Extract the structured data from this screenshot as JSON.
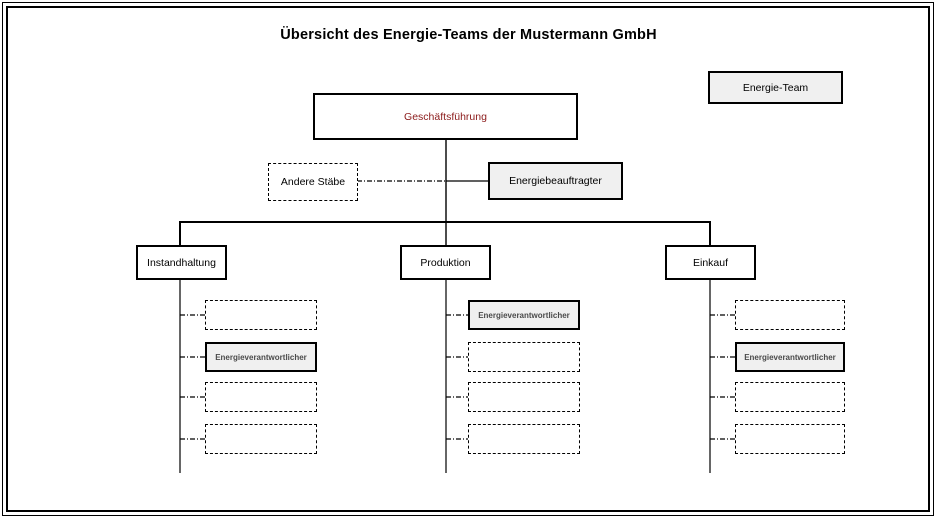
{
  "title": "Übersicht des Energie-Teams der Mustermann GmbH",
  "legend": {
    "label": "Energie-Team"
  },
  "org": {
    "root": {
      "label": "Geschäftsführung"
    },
    "staff_left": {
      "label": "Andere Stäbe"
    },
    "staff_right": {
      "label": "Energiebeauftragter"
    },
    "departments": [
      {
        "label": "Instandhaltung",
        "slots": [
          {
            "label": "",
            "style": "dashed"
          },
          {
            "label": "Energieverantwortlicher",
            "style": "solid"
          },
          {
            "label": "",
            "style": "dashed"
          },
          {
            "label": "",
            "style": "dashed"
          }
        ]
      },
      {
        "label": "Produktion",
        "slots": [
          {
            "label": "Energieverantwortlicher",
            "style": "solid"
          },
          {
            "label": "",
            "style": "dashed"
          },
          {
            "label": "",
            "style": "dashed"
          },
          {
            "label": "",
            "style": "dashed"
          }
        ]
      },
      {
        "label": "Einkauf",
        "slots": [
          {
            "label": "",
            "style": "dashed"
          },
          {
            "label": "Energieverantwortlicher",
            "style": "solid"
          },
          {
            "label": "",
            "style": "dashed"
          },
          {
            "label": "",
            "style": "dashed"
          }
        ]
      }
    ]
  },
  "colors": {
    "box_fill": "#f0f0f0",
    "root_text": "#8b1a1a",
    "line": "#000000",
    "responsible_text": "#4a4a4a"
  }
}
